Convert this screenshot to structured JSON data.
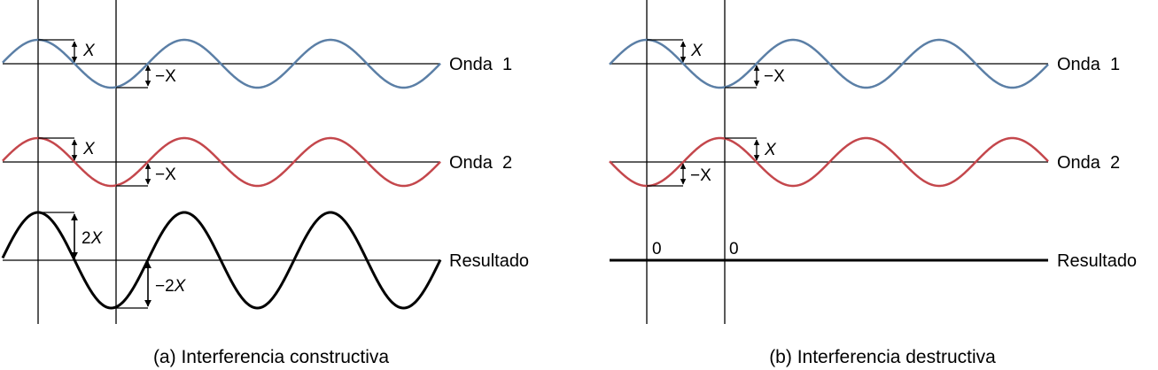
{
  "colors": {
    "wave1": "#5b7fa6",
    "wave2": "#c4474c",
    "result": "#000000",
    "axis": "#000000"
  },
  "panels": [
    {
      "id": "a",
      "caption": "(a) Interferencia constructiva",
      "rows": [
        {
          "label": "Onda  1",
          "upper_annotation": "X",
          "lower_annotation": "−X"
        },
        {
          "label": "Onda  2",
          "upper_annotation": "X",
          "lower_annotation": "−X"
        },
        {
          "label": "Resultado",
          "upper_annotation": "2X",
          "lower_annotation": "−2X"
        }
      ]
    },
    {
      "id": "b",
      "caption": "(b) Interferencia destructiva",
      "rows": [
        {
          "label": "Onda  1",
          "upper_annotation": "X",
          "lower_annotation": "−X"
        },
        {
          "label": "Onda  2",
          "upper_annotation": "X",
          "lower_annotation": "−X"
        },
        {
          "label": "Resultado",
          "zero_labels": [
            "0",
            "0"
          ]
        }
      ]
    }
  ]
}
